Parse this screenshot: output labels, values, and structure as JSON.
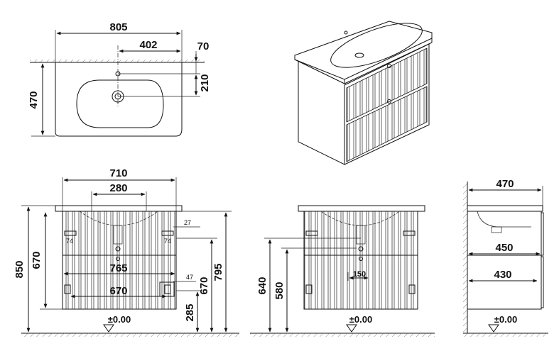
{
  "top_view": {
    "width_805": "805",
    "d_402": "402",
    "d_70": "70",
    "depth_470": "470",
    "d_210": "210"
  },
  "front_view": {
    "w_710": "710",
    "w_280": "280",
    "d_27": "27",
    "d_74_left": "74",
    "d_74_right": "74",
    "w_765": "765",
    "d_47": "47",
    "w_670": "670",
    "h_850": "850",
    "h_670_left": "670",
    "h_670_right": "670",
    "h_285": "285",
    "h_795": "795",
    "level": "±0.00"
  },
  "middle_view": {
    "h_640": "640",
    "h_580": "580",
    "d_150": "150",
    "level": "±0.00"
  },
  "side_view": {
    "d_470": "470",
    "d_450": "450",
    "d_430": "430",
    "level": "±0.00"
  }
}
